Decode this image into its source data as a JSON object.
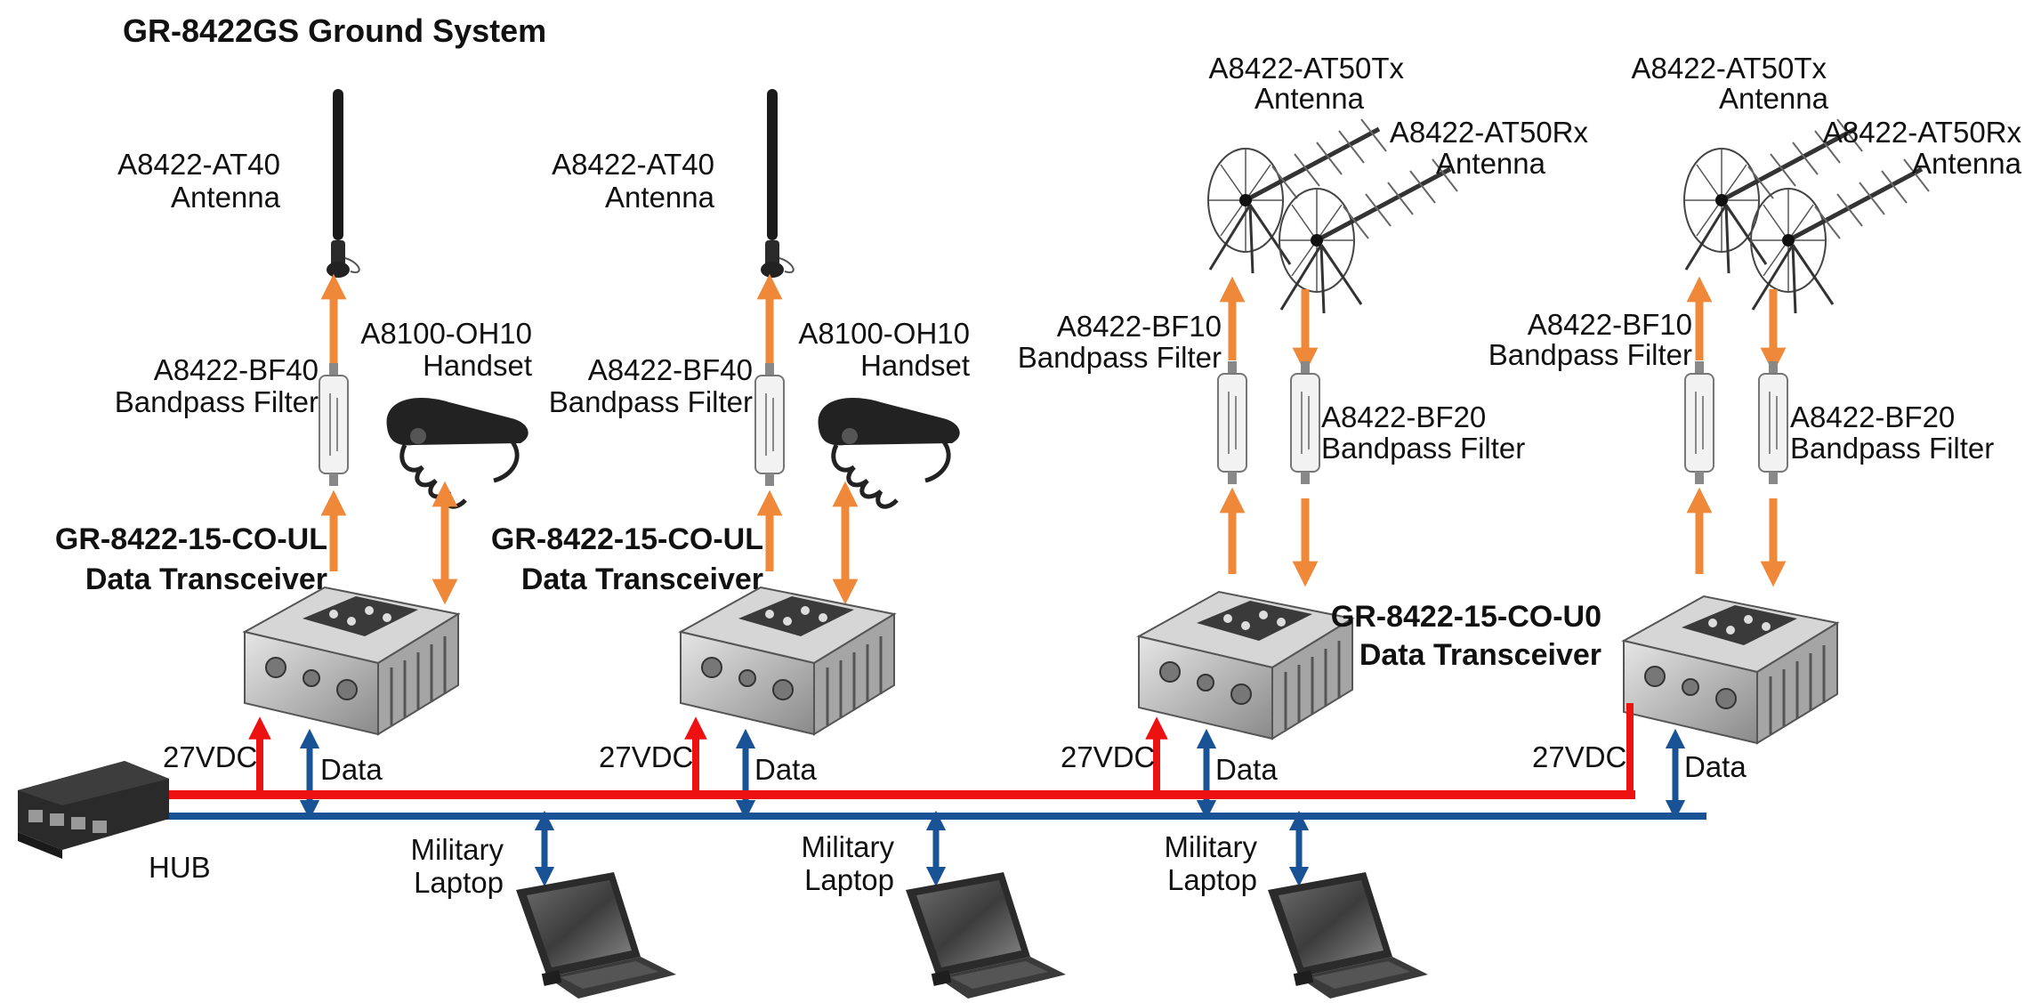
{
  "title": "GR-8422GS Ground System",
  "labels": {
    "at40_model": "A8422-AT40",
    "antenna": "Antenna",
    "bf40_model": "A8422-BF40",
    "bandpass_filter": "Bandpass Filter",
    "oh10_model": "A8100-OH10",
    "handset": "Handset",
    "ul_model": "GR-8422-15-CO-UL",
    "u0_model": "GR-8422-15-CO-U0",
    "data_transceiver": "Data Transceiver",
    "at50tx_model": "A8422-AT50Tx",
    "at50rx_model": "A8422-AT50Rx",
    "bf10_model": "A8422-BF10",
    "bf20_model": "A8422-BF20",
    "vdc": "27VDC",
    "data": "Data",
    "hub": "HUB",
    "military": "Military",
    "laptop": "Laptop"
  },
  "colors": {
    "power_bus": "#ee1111",
    "data_bus": "#1a5296",
    "rf_arrow": "#f0883a",
    "text": "#111111"
  }
}
